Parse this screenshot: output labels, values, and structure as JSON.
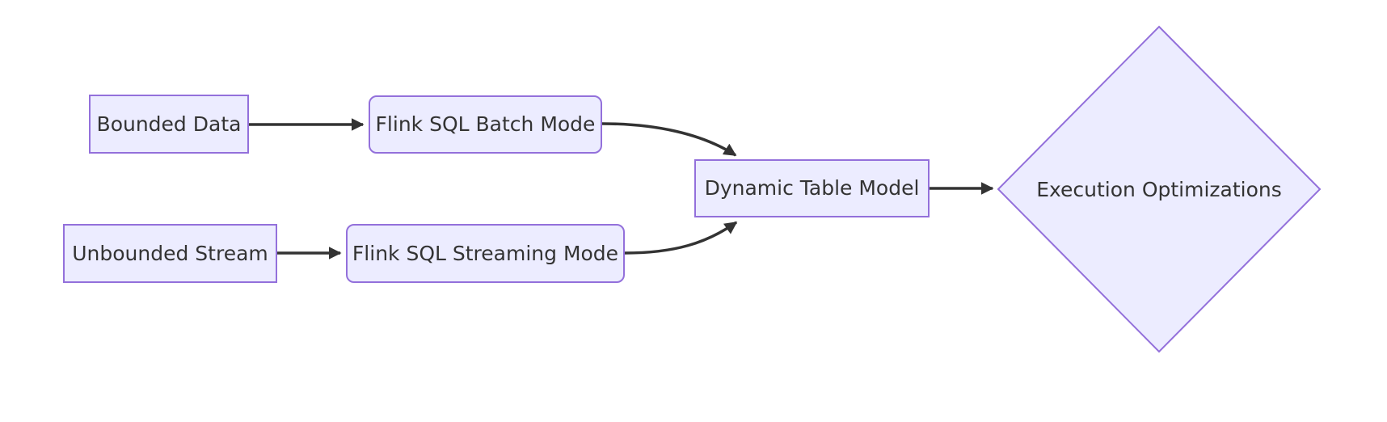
{
  "diagram": {
    "type": "flowchart",
    "direction": "left-to-right",
    "colors": {
      "node_fill": "#ECECFF",
      "node_border": "#9370DB",
      "edge_color": "#333333",
      "text_color": "#333333",
      "background": "#ffffff"
    },
    "nodes": [
      {
        "id": "bounded",
        "label": "Bounded Data",
        "shape": "rectangle"
      },
      {
        "id": "batch",
        "label": "Flink SQL Batch Mode",
        "shape": "rounded-rectangle"
      },
      {
        "id": "unbounded",
        "label": "Unbounded Stream",
        "shape": "rectangle"
      },
      {
        "id": "streaming",
        "label": "Flink SQL Streaming Mode",
        "shape": "rounded-rectangle"
      },
      {
        "id": "dtm",
        "label": "Dynamic Table Model",
        "shape": "rectangle"
      },
      {
        "id": "exec",
        "label": "Execution Optimizations",
        "shape": "diamond"
      }
    ],
    "edges": [
      {
        "from": "bounded",
        "to": "batch",
        "style": "straight-arrow"
      },
      {
        "from": "unbounded",
        "to": "streaming",
        "style": "straight-arrow"
      },
      {
        "from": "batch",
        "to": "dtm",
        "style": "curved-arrow"
      },
      {
        "from": "streaming",
        "to": "dtm",
        "style": "curved-arrow"
      },
      {
        "from": "dtm",
        "to": "exec",
        "style": "straight-arrow"
      }
    ]
  }
}
